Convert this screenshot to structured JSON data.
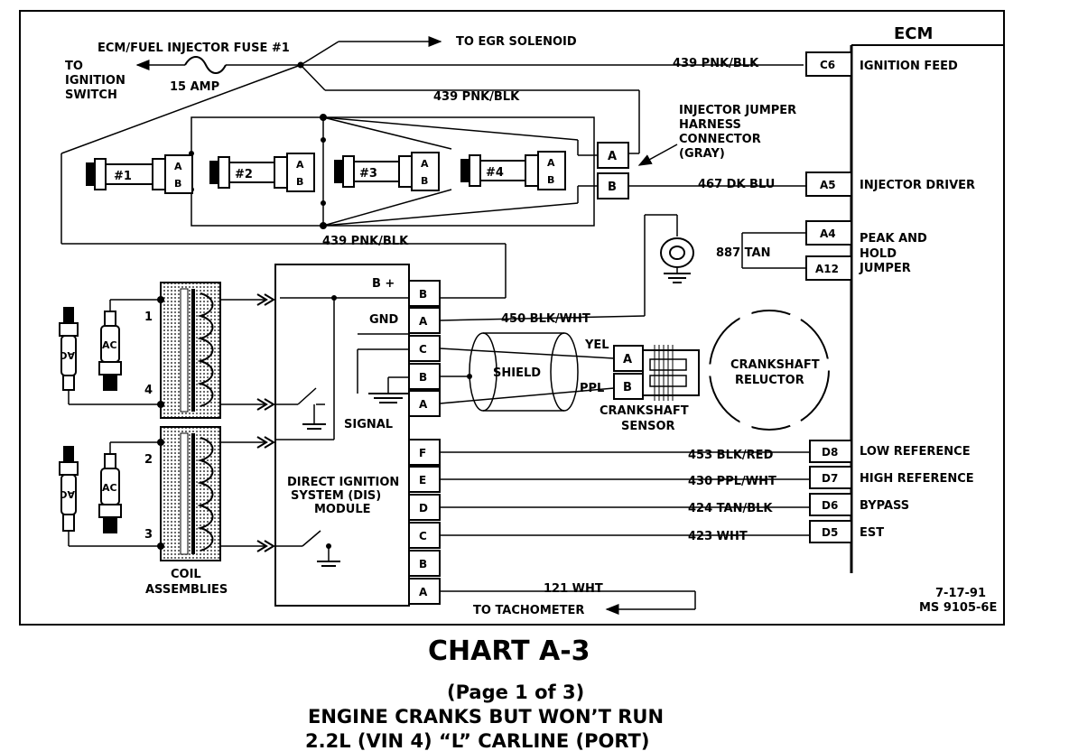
{
  "colors": {
    "ink": "#000000",
    "paper": "#ffffff"
  },
  "ecm": {
    "title": "ECM",
    "pins": [
      {
        "id": "C6",
        "label": "IGNITION FEED"
      },
      {
        "id": "A5",
        "label": "INJECTOR DRIVER"
      },
      {
        "id": "A4",
        "label": "PEAK AND"
      },
      {
        "id": "A12",
        "label": "HOLD"
      },
      {
        "id": "D8",
        "label": "LOW REFERENCE"
      },
      {
        "id": "D7",
        "label": "HIGH REFERENCE"
      },
      {
        "id": "D6",
        "label": "BYPASS"
      },
      {
        "id": "D5",
        "label": "EST"
      }
    ],
    "jumper_word": "JUMPER"
  },
  "fuse": {
    "name": "ECM/FUEL INJECTOR FUSE #1",
    "rating": "15 AMP"
  },
  "to_ignition": [
    "TO",
    "IGNITION",
    "SWITCH"
  ],
  "to_egr": "TO EGR SOLENOID",
  "wires": {
    "ign_feed": "439 PNK/BLK",
    "jumper_feed": "439 PNK/BLK",
    "bottom_feed": "439 PNK/BLK",
    "inj_driver": "467 DK BLU",
    "peak_hold": "887 TAN",
    "gnd": "450 BLK/WHT",
    "low_ref": "453 BLK/RED",
    "high_ref": "430 PPL/WHT",
    "bypass": "424 TAN/BLK",
    "est": "423 WHT",
    "tach": "121 WHT"
  },
  "injector_connector": [
    "INJECTOR JUMPER",
    "HARNESS",
    "CONNECTOR",
    "(GRAY)"
  ],
  "injectors": [
    "#1",
    "#2",
    "#3",
    "#4"
  ],
  "pin_a": "A",
  "pin_b": "B",
  "dis_module": {
    "lines": [
      "DIRECT IGNITION",
      "SYSTEM (DIS)",
      "MODULE"
    ],
    "bplus": "B +",
    "gnd": "GND",
    "signal": "SIGNAL",
    "upper_pins": [
      "B",
      "A",
      "C",
      "B",
      "A"
    ],
    "lower_pins": [
      "F",
      "E",
      "D",
      "C",
      "B",
      "A"
    ]
  },
  "shield": "SHIELD",
  "yel": "YEL",
  "ppl": "PPL",
  "crank_sensor": [
    "CRANKSHAFT",
    "SENSOR"
  ],
  "reluctor": [
    "CRANKSHAFT",
    "RELUCTOR"
  ],
  "coil_numbers": [
    "1",
    "4",
    "2",
    "3"
  ],
  "spark_brand": "AC",
  "coil_label": [
    "COIL",
    "ASSEMBLIES"
  ],
  "to_tach": "TO TACHOMETER",
  "date": "7-17-91",
  "ms_code": "MS 9105-6E",
  "titles": {
    "chart": "CHART A-3",
    "page": "(Page 1 of 3)",
    "subtitle": "ENGINE CRANKS BUT WON’T RUN",
    "vehicle": "2.2L  (VIN 4)  “L”  CARLINE  (PORT)"
  }
}
